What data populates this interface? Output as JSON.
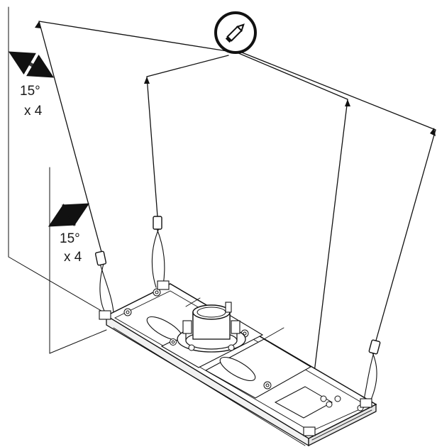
{
  "callouts": {
    "upper": {
      "angle": "15°",
      "count": "x 4"
    },
    "lower": {
      "angle": "15°",
      "count": "x 4"
    }
  },
  "marker_icon": "pencil-icon",
  "colors": {
    "line": "#111111",
    "background": "#ffffff",
    "angle_arrow": "#3a3a3a"
  }
}
